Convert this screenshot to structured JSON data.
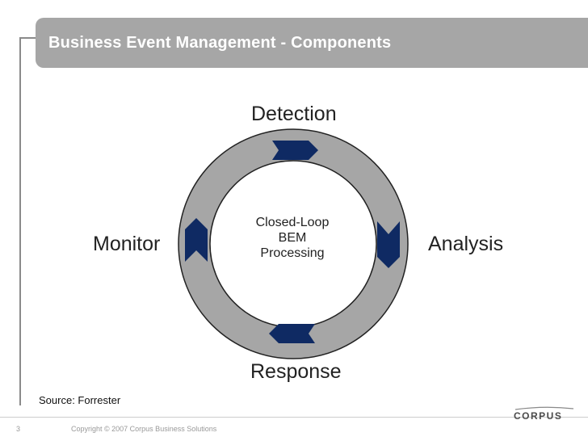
{
  "header": {
    "title": "Business Event Management - Components"
  },
  "diagram": {
    "labels": {
      "top": "Detection",
      "right": "Analysis",
      "bottom": "Response",
      "left": "Monitor"
    },
    "center_lines": [
      "Closed-Loop",
      "BEM",
      "Processing"
    ],
    "colors": {
      "ring": "#a6a6a6",
      "arrow": "#0f2a63",
      "ring_outline": "#222222"
    }
  },
  "footer": {
    "source": "Source: Forrester",
    "page_number": "3",
    "copyright": "Copyright © 2007 Corpus Business Solutions",
    "logo_text": "CORPUS"
  }
}
